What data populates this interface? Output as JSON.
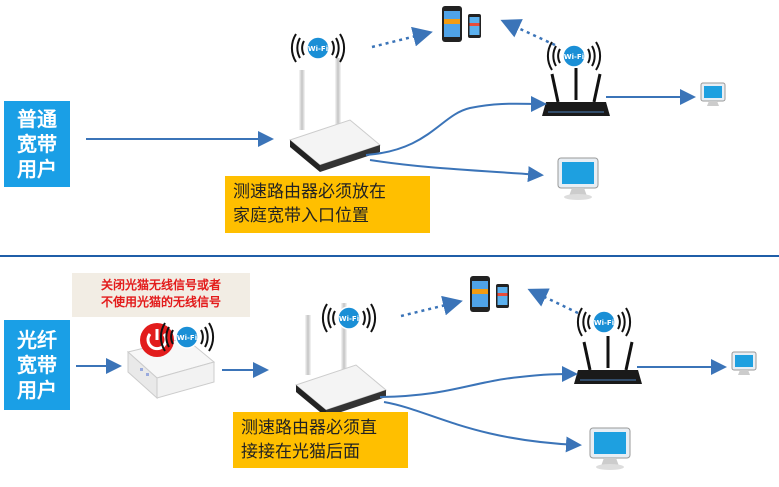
{
  "top": {
    "user_label": "普通\n宽带\n用户",
    "note": "测速路由器必须放在\n家庭宽带入口位置"
  },
  "bottom": {
    "user_label": "光纤\n宽带\n用户",
    "warning": "关闭光猫无线信号或者\n不使用光猫的无线信号",
    "note": "测速路由器必须直\n接接在光猫后面"
  },
  "wifi_badge": "Wi-Fi",
  "colors": {
    "side_box": "#1a9fe6",
    "note_box": "#ffbf00",
    "warning_text": "#e31b1b",
    "divider": "#1f5ea8",
    "cable": "#3b74b8"
  },
  "icons": [
    "wifi-signal-icon",
    "router-icon",
    "black-router-icon",
    "smartphone-icon",
    "monitor-icon",
    "optical-modem-icon",
    "power-icon"
  ]
}
